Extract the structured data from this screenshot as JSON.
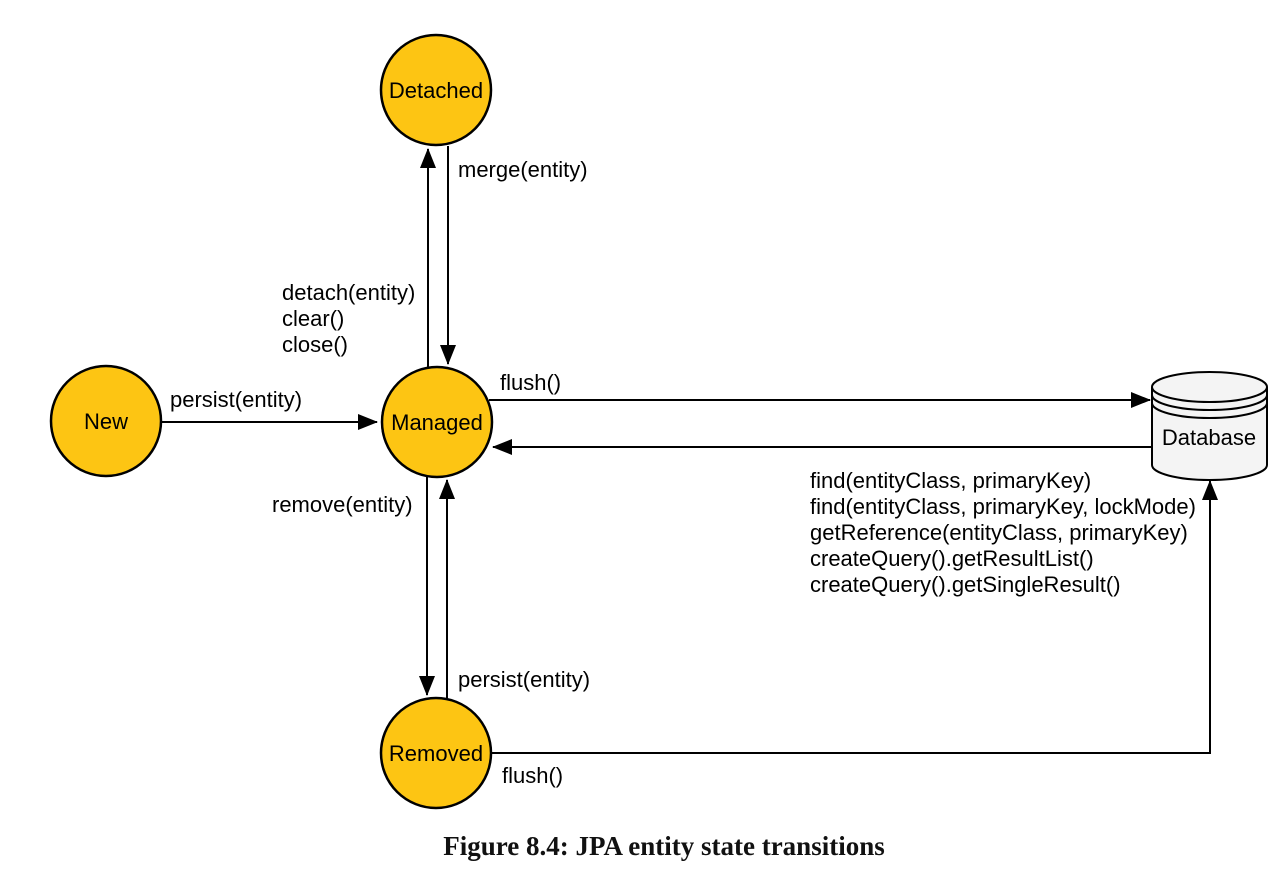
{
  "diagram": {
    "caption": "Figure 8.4: JPA entity state transitions",
    "colors": {
      "state_fill": "#FDC513",
      "state_stroke": "#000000",
      "db_fill": "#F4F4F4",
      "line": "#000000"
    },
    "nodes": {
      "new": {
        "label": "New"
      },
      "detached": {
        "label": "Detached"
      },
      "managed": {
        "label": "Managed"
      },
      "removed": {
        "label": "Removed"
      },
      "database": {
        "label": "Database"
      }
    },
    "edges": {
      "persist_new_to_managed": {
        "label": "persist(entity)"
      },
      "merge_managed_to_detached": {
        "label": "merge(entity)"
      },
      "detach_detached_from_managed": {
        "labels": [
          "detach(entity)",
          "clear()",
          "close()"
        ]
      },
      "flush_managed_to_db": {
        "label": "flush()"
      },
      "db_to_managed": {
        "labels": [
          "find(entityClass, primaryKey)",
          "find(entityClass, primaryKey, lockMode)",
          "getReference(entityClass, primaryKey)",
          "createQuery().getResultList()",
          "createQuery().getSingleResult()"
        ]
      },
      "remove_managed_to_removed": {
        "label": "remove(entity)"
      },
      "persist_removed_to_managed": {
        "label": "persist(entity)"
      },
      "flush_removed_to_db": {
        "label": "flush()"
      }
    }
  }
}
